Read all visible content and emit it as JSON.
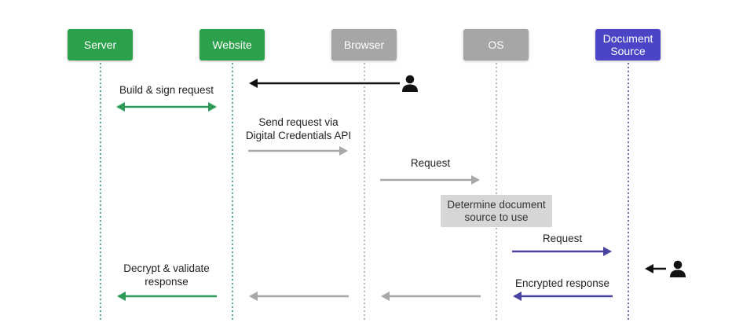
{
  "colors": {
    "server_bg": "#2aa14a",
    "website_bg": "#2aa14a",
    "browser_bg": "#a6a6a6",
    "os_bg": "#a6a6a6",
    "doc_bg": "#4a44c6",
    "green_arrow": "#2e9a58",
    "gray_arrow": "#a8a8a8",
    "purple_arrow": "#4a44a0",
    "black_arrow": "#111111"
  },
  "actors": {
    "server": "Server",
    "website": "Website",
    "browser": "Browser",
    "os": "OS",
    "doc_line1": "Document",
    "doc_line2": "Source"
  },
  "messages": {
    "build_sign": "Build & sign request",
    "send_line1": "Send request via",
    "send_line2": "Digital Credentials API",
    "request1": "Request",
    "determine_line1": "Determine document",
    "determine_line2": "source to use",
    "request2": "Request",
    "decrypt_line1": "Decrypt & validate",
    "decrypt_line2": "response",
    "encrypted": "Encrypted response"
  },
  "icons": [
    "user-icon",
    "user-icon"
  ]
}
